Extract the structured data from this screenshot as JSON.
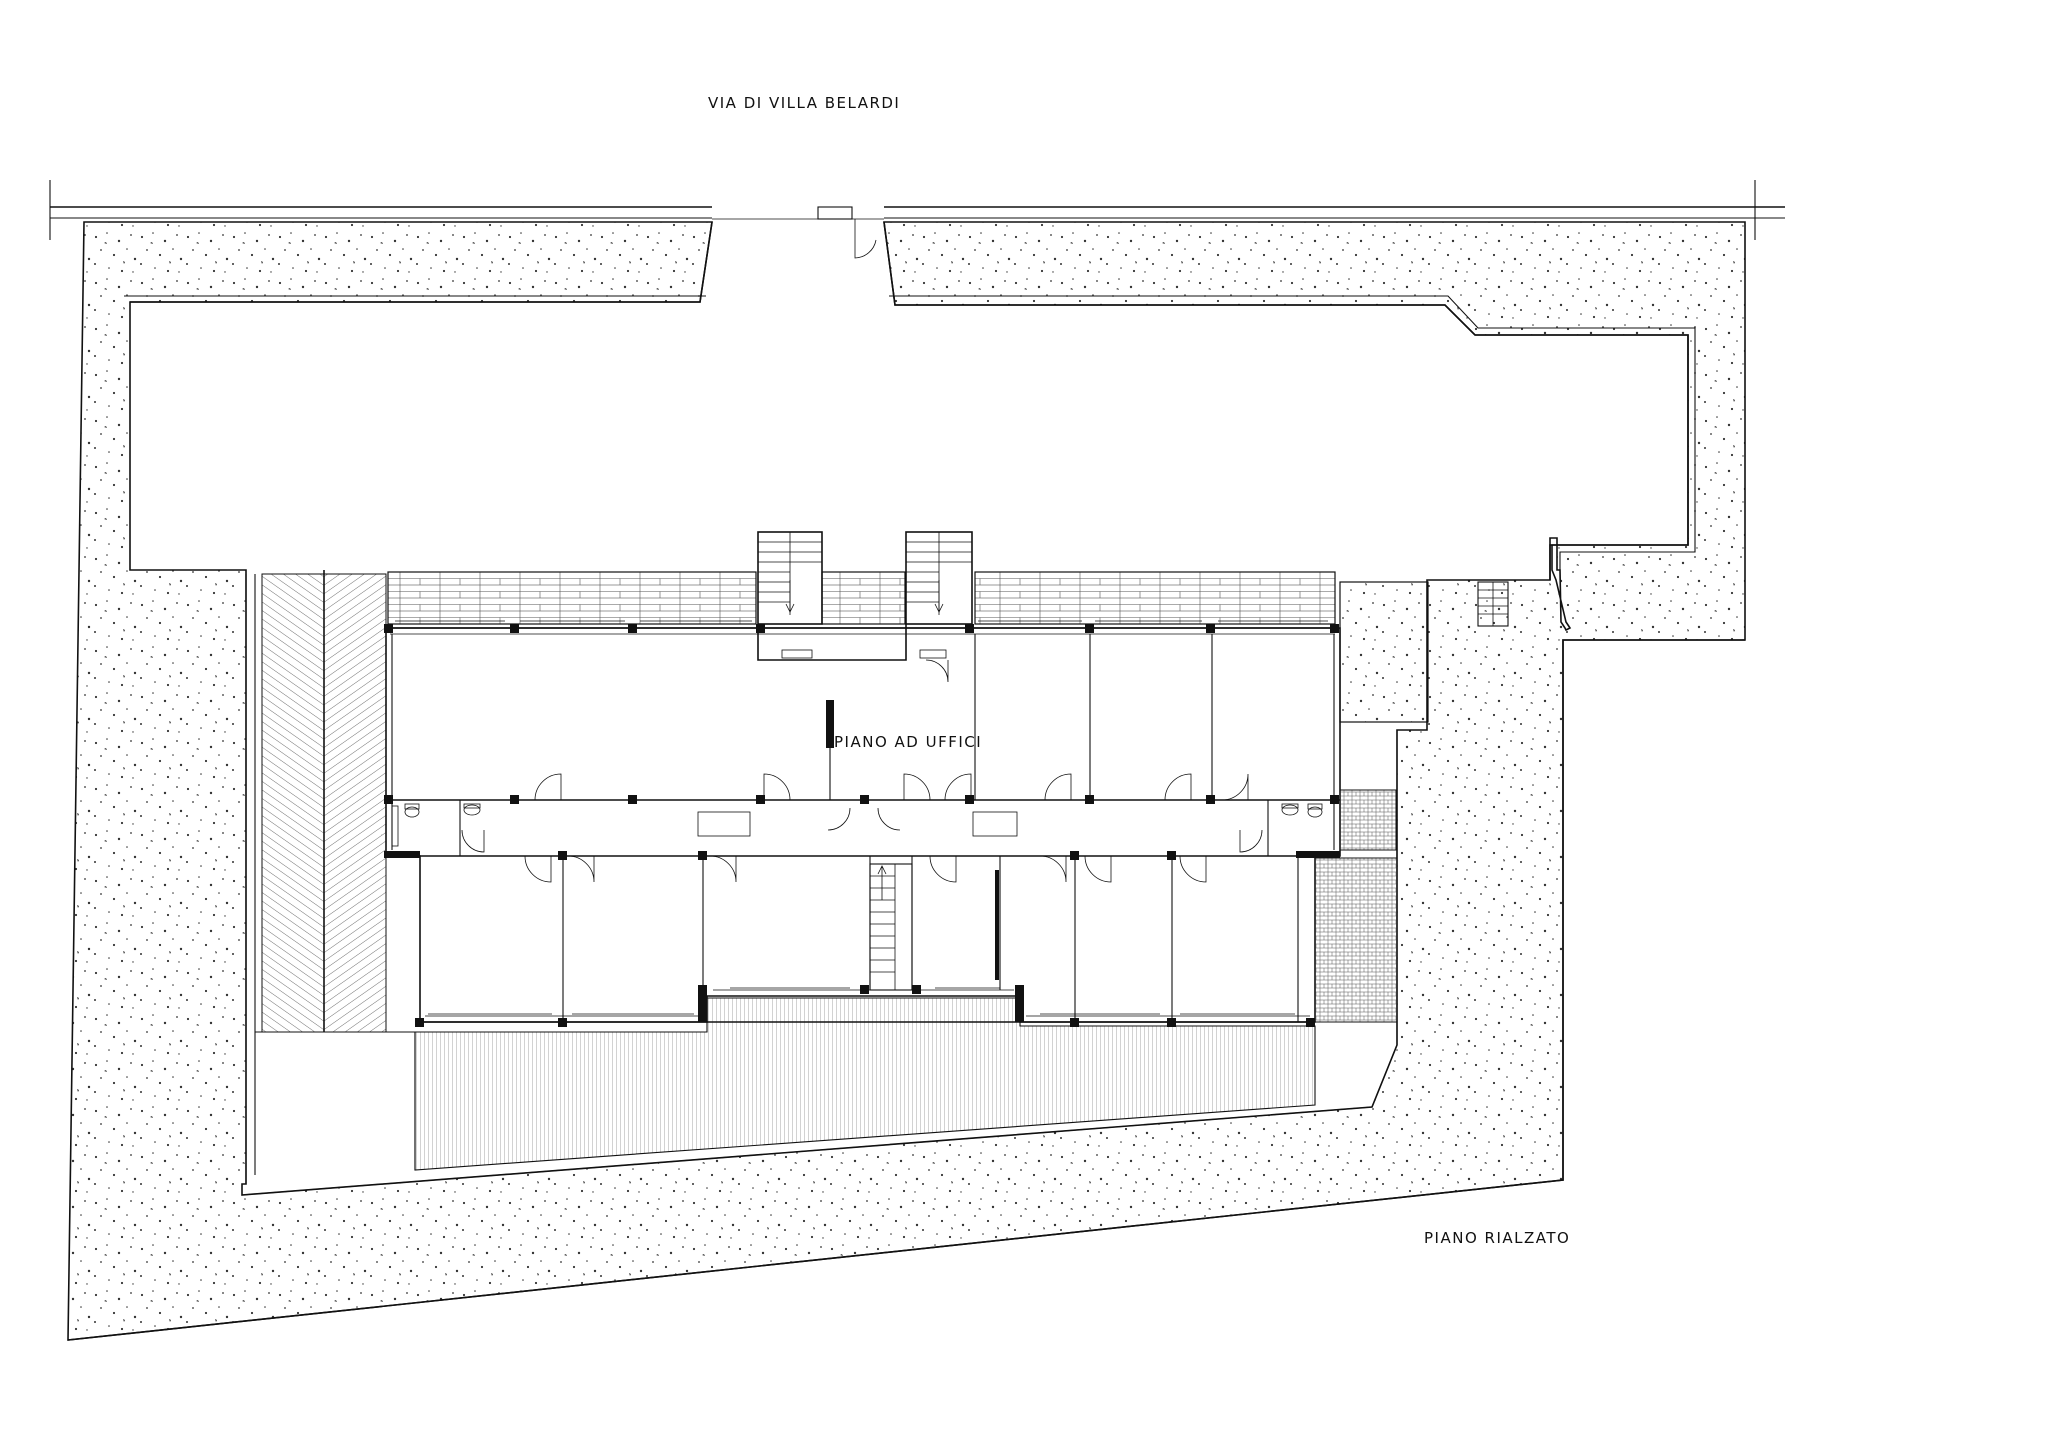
{
  "labels": {
    "street": "VIA DI VILLA BELARDI",
    "office_floor": "PIANO AD UFFICI",
    "floor_level": "PIANO RIALZATO"
  },
  "colors": {
    "line": "#111111",
    "background": "#ffffff"
  }
}
